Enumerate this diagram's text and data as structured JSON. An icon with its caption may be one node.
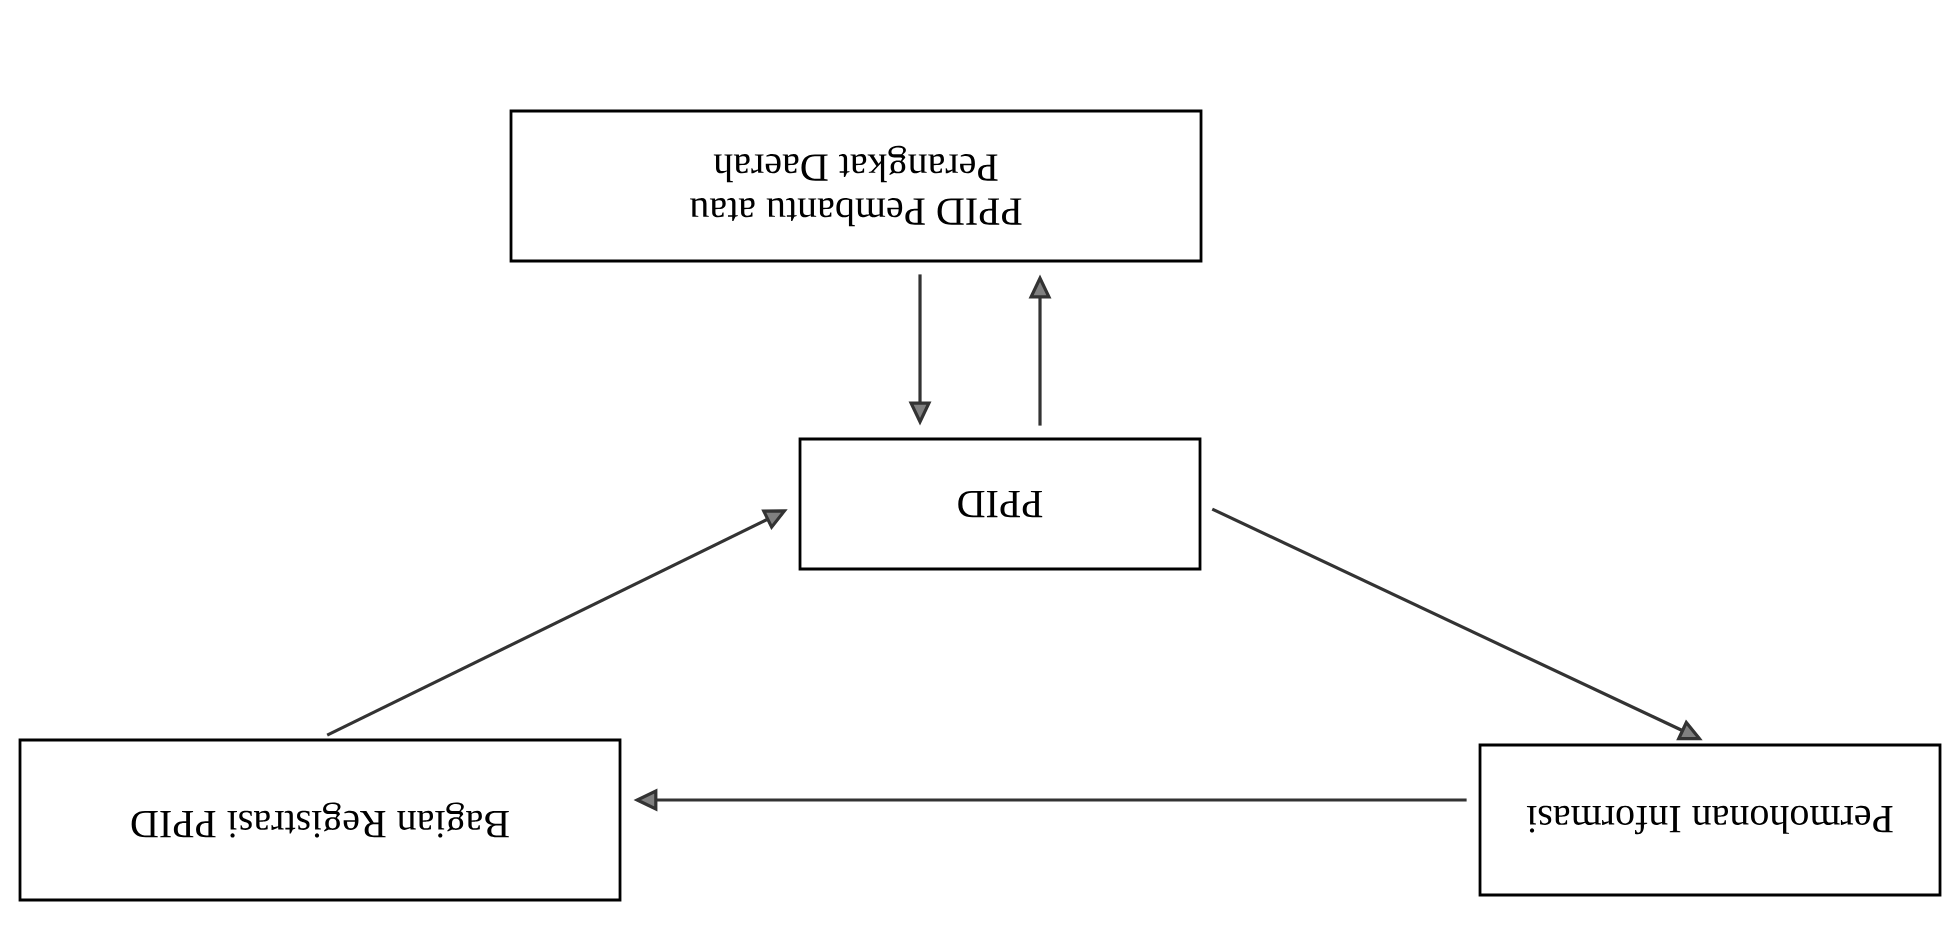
{
  "diagram": {
    "nodes": [
      {
        "text": [
          "PPID Pembantu atau Perangkat Daerah"
        ]
      },
      {
        "text": [
          "PPID"
        ]
      },
      {
        "text": [
          "Permohonan Informasi"
        ]
      },
      {
        "text": [
          "Bagian Registrasi PPID"
        ]
      }
    ],
    "edges": [
      {
        "from": 0,
        "to": 1,
        "arrow": "to"
      },
      {
        "from": 1,
        "to": 0,
        "arrow": "to"
      },
      {
        "from": 1,
        "to": 2,
        "arrow": "to"
      },
      {
        "from": 2,
        "to": 3,
        "arrow": "to"
      },
      {
        "from": 3,
        "to": 1,
        "arrow": "to"
      }
    ]
  }
}
